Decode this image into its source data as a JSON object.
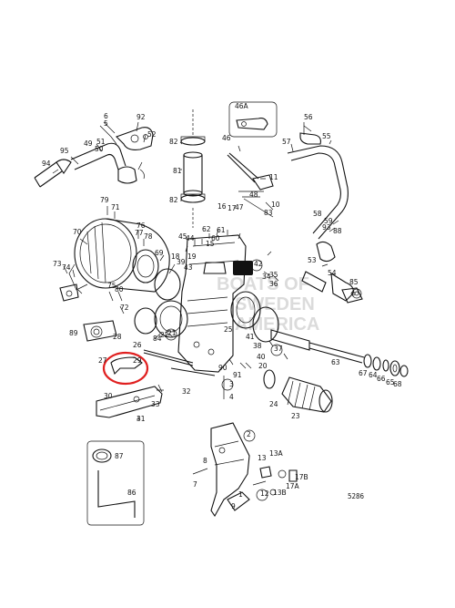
{
  "diagram": {
    "part_labels": [
      "1",
      "2",
      "3",
      "4",
      "5",
      "6",
      "7",
      "8",
      "9",
      "10",
      "11",
      "12",
      "13",
      "13A",
      "13B",
      "15",
      "16",
      "17",
      "17A",
      "17B",
      "18",
      "19",
      "20",
      "21",
      "22",
      "23",
      "24",
      "25",
      "26",
      "27",
      "28",
      "29",
      "30",
      "31",
      "32",
      "33",
      "34",
      "35",
      "36",
      "37",
      "38",
      "39",
      "40",
      "41",
      "42",
      "43",
      "44",
      "45",
      "46",
      "46A",
      "47",
      "48",
      "49",
      "50",
      "51",
      "52",
      "53",
      "54",
      "55",
      "56",
      "57",
      "58",
      "59",
      "60",
      "61",
      "62",
      "63",
      "64",
      "65",
      "66",
      "67",
      "68",
      "69",
      "70",
      "71",
      "72",
      "73",
      "74",
      "75",
      "76",
      "77",
      "78",
      "79",
      "80",
      "81",
      "82",
      "83",
      "84",
      "85",
      "86",
      "87",
      "88",
      "89",
      "90",
      "91",
      "92",
      "93",
      "94",
      "95"
    ],
    "figure_ref": "5286",
    "watermark_lines": [
      "BOATS OF",
      "SWEDEN",
      "AMERICA"
    ],
    "highlight_color": "#e02020",
    "highlighted_part": "29"
  }
}
